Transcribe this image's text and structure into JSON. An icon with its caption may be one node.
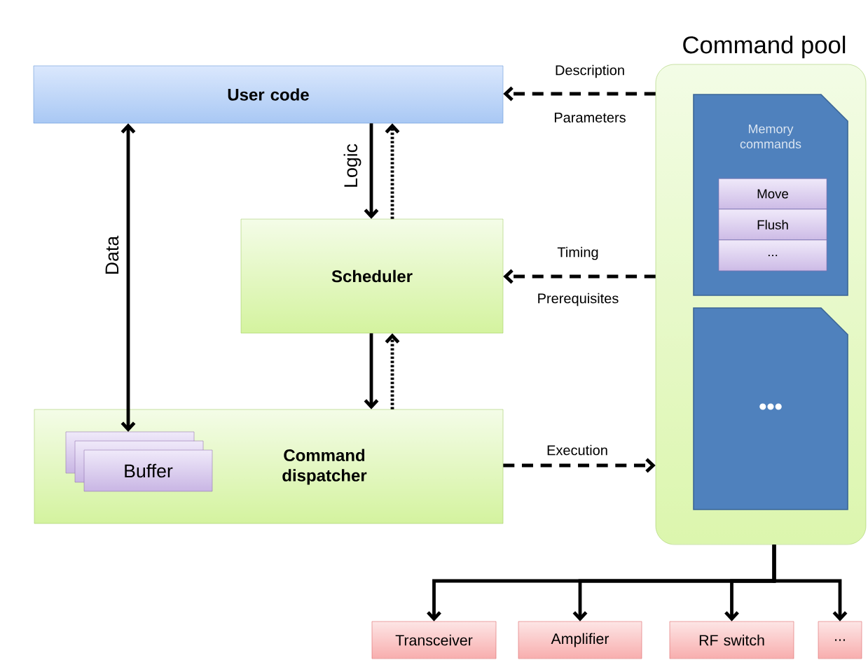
{
  "diagram": {
    "nodes": [
      {
        "text": [
          "User code"
        ]
      },
      {
        "text": [
          "Scheduler"
        ]
      },
      {
        "text": [
          "Command dispatcher"
        ]
      },
      {
        "text": [
          "Buffer"
        ],
        "in": 2
      },
      {
        "text": [
          "Command pool"
        ]
      },
      {
        "text": [
          "Memory commands"
        ],
        "in": 4
      },
      {
        "text": [
          "Move"
        ],
        "in": 5
      },
      {
        "text": [
          "Flush"
        ],
        "in": 5
      },
      {
        "text": [
          "..."
        ],
        "in": 5
      },
      {
        "text": [
          "•••"
        ],
        "in": 4
      },
      {
        "text": [
          "Transceiver"
        ]
      },
      {
        "text": [
          "Amplifier"
        ]
      },
      {
        "text": [
          "RF switch"
        ]
      },
      {
        "text": [
          "..."
        ]
      }
    ],
    "edges": [
      {
        "from": 4,
        "to": 0,
        "arrow": "to",
        "style": "dashed",
        "label": "Description"
      },
      {
        "from": 0,
        "to": 3,
        "arrow": "both",
        "label": "Data"
      },
      {
        "from": 0,
        "to": 1,
        "arrow": "to",
        "label": "Logic"
      },
      {
        "from": 1,
        "to": 0,
        "arrow": "to",
        "style": "dashed"
      },
      {
        "from": 4,
        "to": 1,
        "arrow": "to",
        "style": "dashed",
        "label": "Timing"
      },
      {
        "from": 1,
        "to": 2,
        "arrow": "to"
      },
      {
        "from": 2,
        "to": 1,
        "arrow": "to",
        "style": "dashed"
      },
      {
        "from": 2,
        "to": 4,
        "arrow": "to",
        "style": "dashed",
        "label": "Execution"
      },
      {
        "from": 4,
        "to": 10,
        "arrow": "to"
      },
      {
        "from": 4,
        "to": 11,
        "arrow": "to"
      },
      {
        "from": 4,
        "to": 12,
        "arrow": "to"
      },
      {
        "from": 4,
        "to": 13,
        "arrow": "to"
      }
    ],
    "labels": [
      "Parameters",
      "Prerequisites"
    ]
  }
}
